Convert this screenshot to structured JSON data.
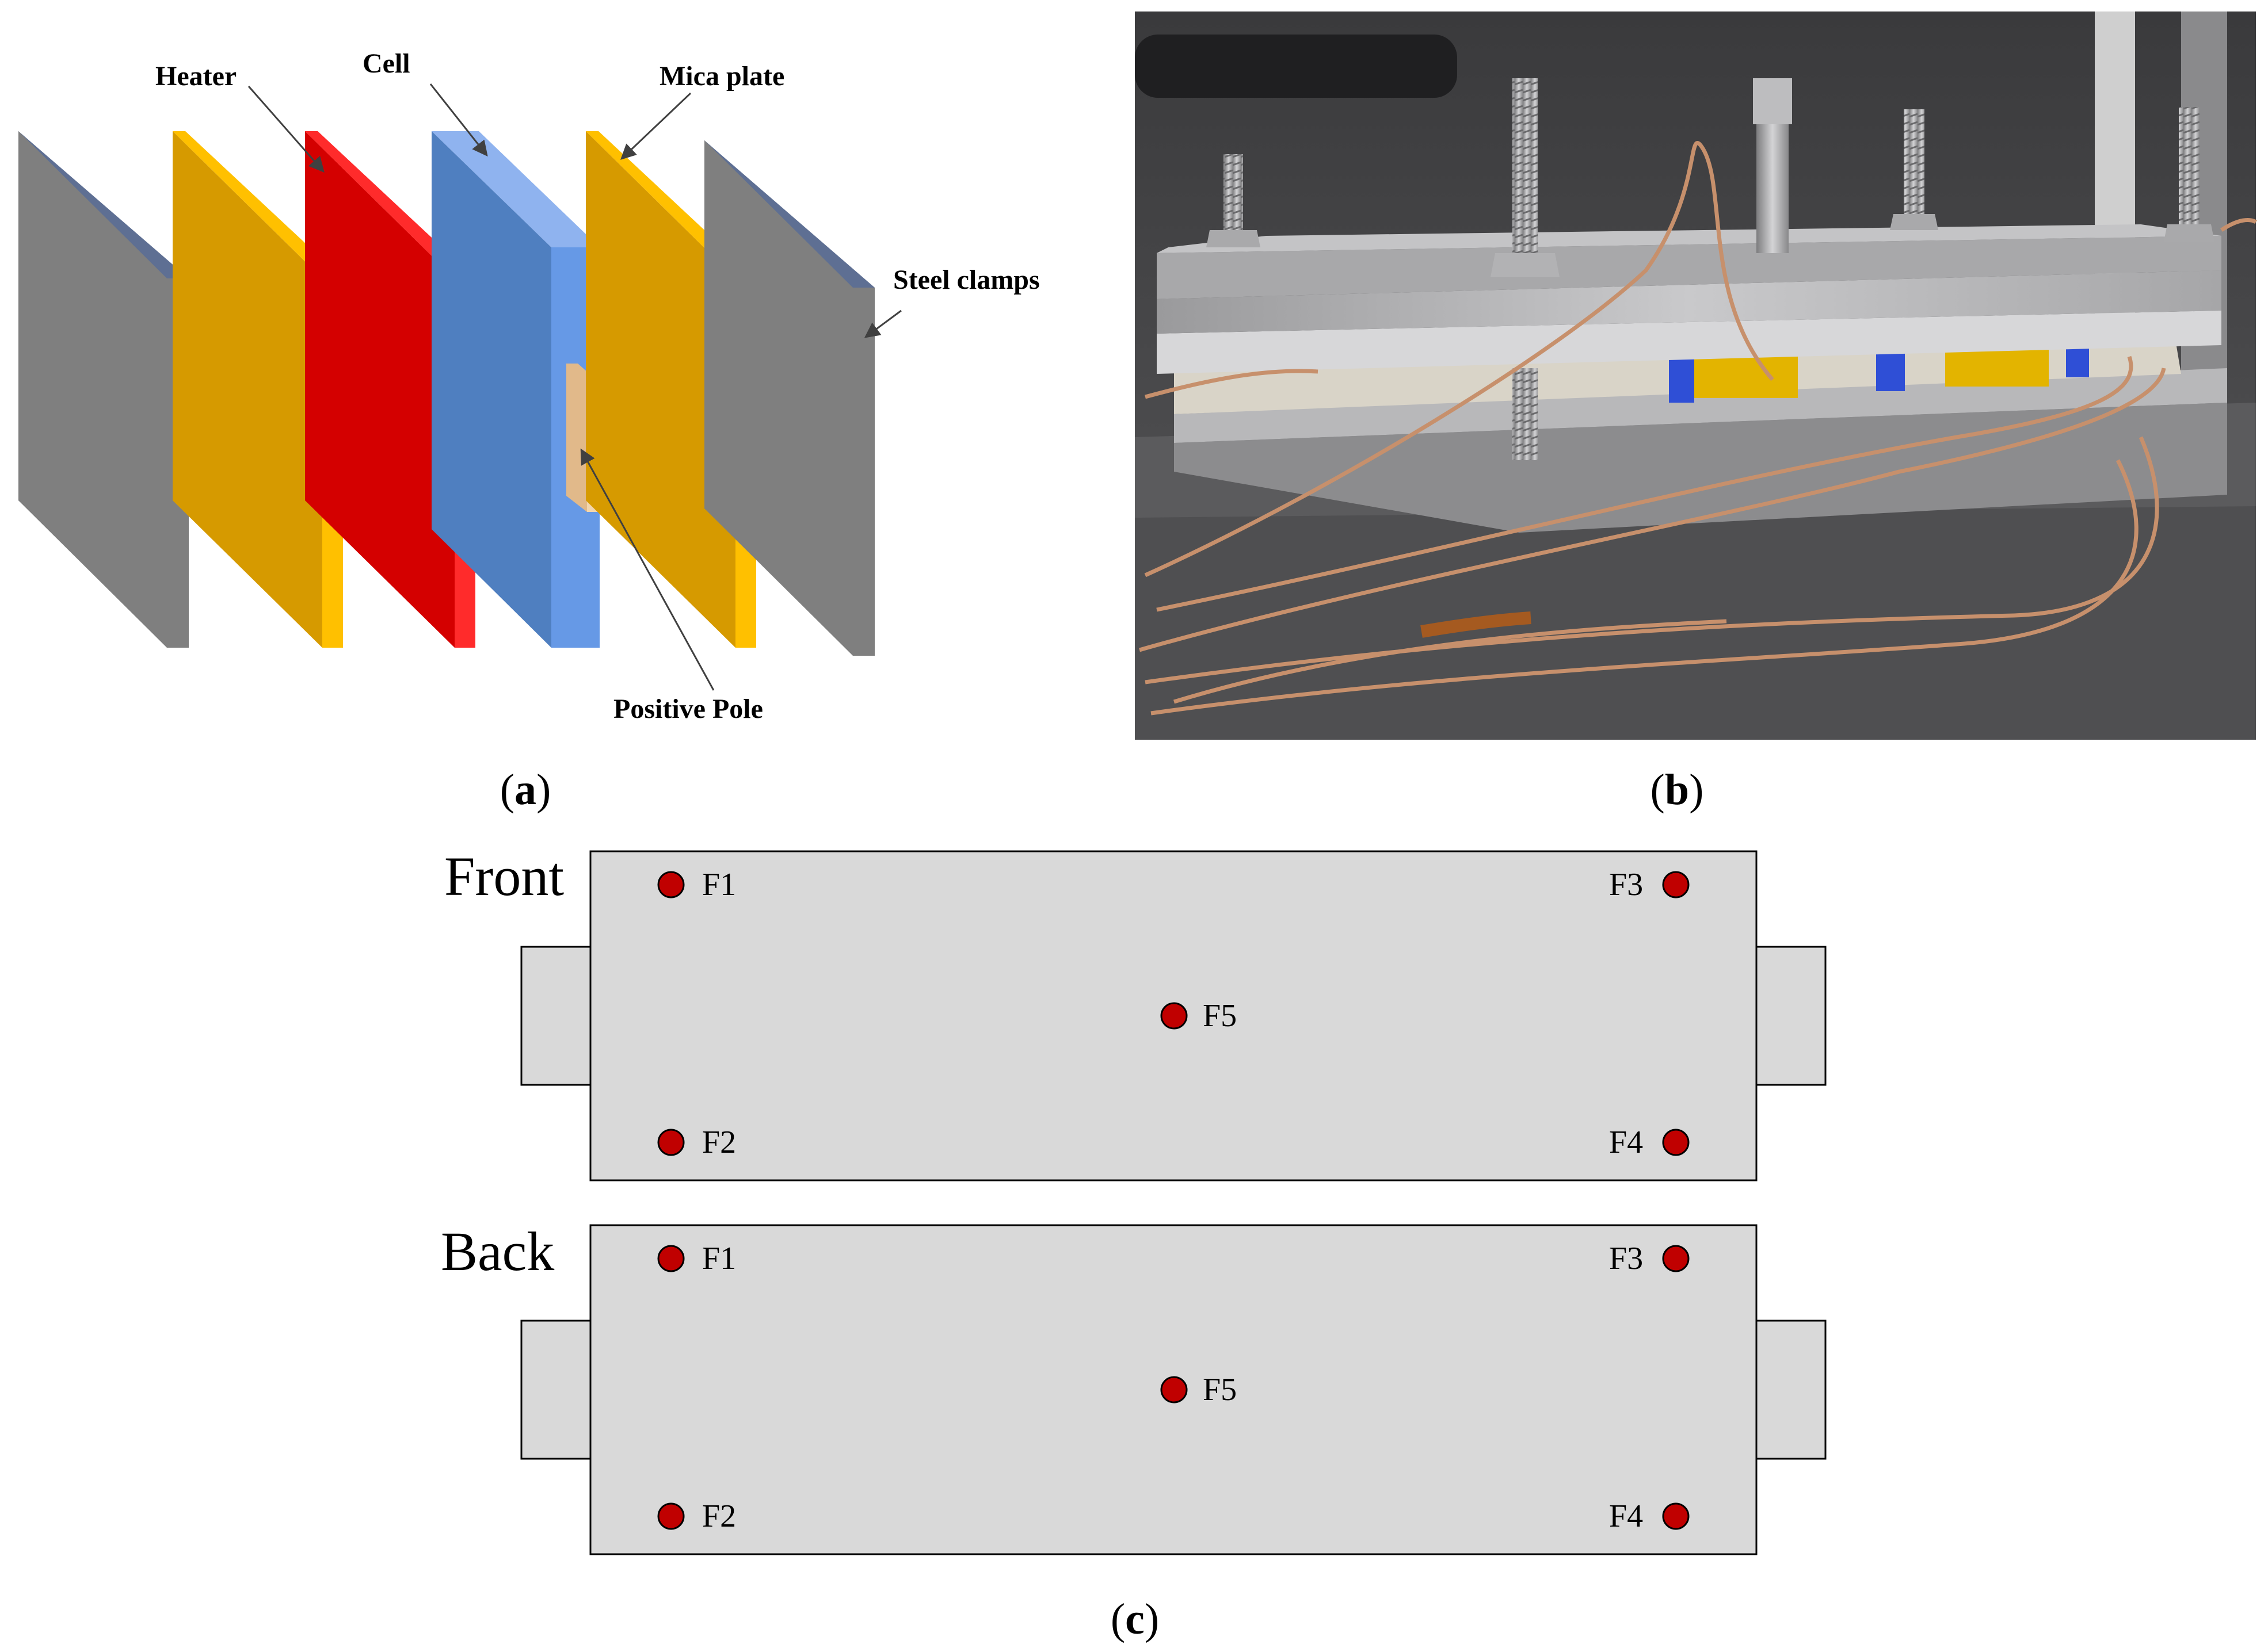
{
  "panel_a": {
    "caption_open": "(",
    "caption_letter": "a",
    "caption_close": ")",
    "labels": {
      "heater": "Heater",
      "cell": "Cell",
      "mica_plate": "Mica plate",
      "steel_clamps": "Steel clamps",
      "positive_pole": "Positive Pole"
    },
    "colors": {
      "steel": "#7f7f7f",
      "steel_edge": "#5e6f93",
      "mica": "#d69a00",
      "mica_edge": "#ffc000",
      "heater": "#d40000",
      "heater_edge": "#ff2b2b",
      "cell_front": "#4f7fc0",
      "cell_side": "#6699e6",
      "cell_top": "#8fb3ef",
      "pole": "#e1b98a"
    }
  },
  "panel_b": {
    "caption_open": "(",
    "caption_letter": "b",
    "caption_close": ")"
  },
  "panel_c": {
    "caption_open": "(",
    "caption_letter": "c",
    "caption_close": ")",
    "front_label": "Front",
    "back_label": "Back",
    "points": {
      "f1": "F1",
      "f2": "F2",
      "f3": "F3",
      "f4": "F4",
      "f5": "F5"
    },
    "colors": {
      "body": "#d9d9d9",
      "marker": "#c00000"
    }
  }
}
